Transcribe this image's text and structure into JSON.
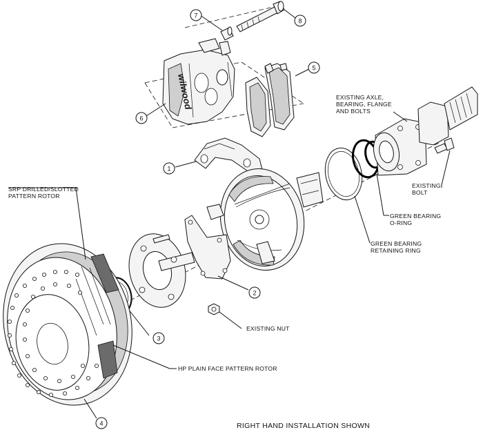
{
  "callouts": {
    "c1": "1",
    "c2": "2",
    "c3": "3",
    "c4": "4",
    "c5": "5",
    "c6": "6",
    "c7": "7",
    "c8": "8"
  },
  "labels": {
    "existing_axle_1": "EXISTING AXLE,",
    "existing_axle_2": "BEARING, FLANGE",
    "existing_axle_3": "AND BOLTS",
    "srp_rotor_1": "SRP DRILLED/SLOTTED",
    "srp_rotor_2": "PATTERN ROTOR",
    "existing_bolt_1": "EXISTING",
    "existing_bolt_2": "BOLT",
    "green_oring_1": "GREEN BEARING",
    "green_oring_2": "O-RING",
    "green_ring_1": "GREEN BEARING",
    "green_ring_2": "RETAINING RING",
    "existing_nut": "EXISTING NUT",
    "hp_rotor": "HP PLAIN FACE PATTERN ROTOR"
  },
  "caliper_logo": "wilwood",
  "footer": {
    "caption": "RIGHT HAND INSTALLATION SHOWN"
  }
}
